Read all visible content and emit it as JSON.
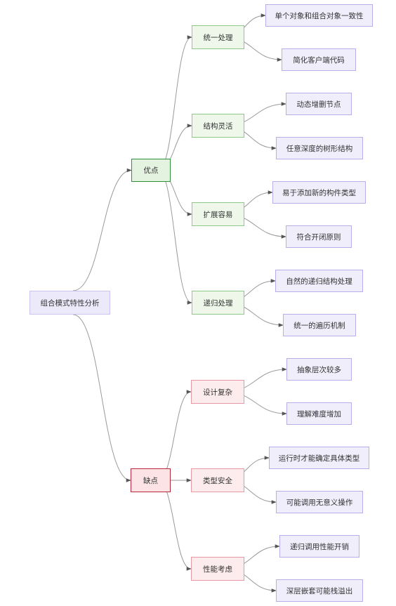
{
  "diagram": {
    "root": "组合模式特性分析",
    "pros": {
      "label": "优点",
      "children": [
        {
          "label": "统一处理",
          "leaves": [
            "单个对象和组合对象一致性",
            "简化客户端代码"
          ]
        },
        {
          "label": "结构灵活",
          "leaves": [
            "动态增删节点",
            "任意深度的树形结构"
          ]
        },
        {
          "label": "扩展容易",
          "leaves": [
            "易于添加新的构件类型",
            "符合开闭原则"
          ]
        },
        {
          "label": "递归处理",
          "leaves": [
            "自然的递归结构处理",
            "统一的遍历机制"
          ]
        }
      ]
    },
    "cons": {
      "label": "缺点",
      "children": [
        {
          "label": "设计复杂",
          "leaves": [
            "抽象层次较多",
            "理解难度增加"
          ]
        },
        {
          "label": "类型安全",
          "leaves": [
            "运行时才能确定具体类型",
            "可能调用无意义操作"
          ]
        },
        {
          "label": "性能考虑",
          "leaves": [
            "递归调用性能开销",
            "深层嵌套可能栈溢出"
          ]
        }
      ]
    }
  },
  "colors": {
    "edge": "#9a9a9a",
    "root_fill": "#ece9fb",
    "pro_border": "#2f8f3a",
    "con_border": "#b5283a",
    "leaf_border": "#b9aee9"
  }
}
